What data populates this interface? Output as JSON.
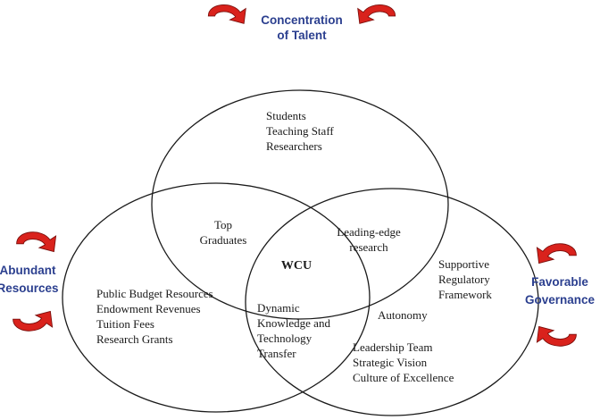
{
  "labels": {
    "top_left": "Concentration",
    "top_right": "of Talent",
    "left_1": "Abundant",
    "left_2": "Resources",
    "right_1": "Favorable",
    "right_2": "Governance"
  },
  "top_circle": {
    "lines": [
      "Students",
      "Teaching Staff",
      "Researchers"
    ]
  },
  "left_circle": {
    "lines": [
      "Public Budget Resources",
      "Endowment Revenues",
      "Tuition Fees",
      "Research Grants"
    ]
  },
  "right_circle": {
    "regulatory": [
      "Supportive",
      "Regulatory",
      "Framework"
    ],
    "autonomy": "Autonomy",
    "leadership": [
      "Leadership Team",
      "Strategic Vision",
      "Culture of Excellence"
    ]
  },
  "overlaps": {
    "top_left": [
      "Top",
      "Graduates"
    ],
    "top_right": [
      "Leading-edge",
      "research"
    ],
    "left_right": [
      "Dynamic",
      "Knowledge and",
      "Technology",
      "Transfer"
    ],
    "center": "WCU"
  },
  "colors": {
    "label_blue": "#2b3f8f",
    "arrow_red": "#d9221c",
    "outline": "#1a1a1a"
  },
  "icons": [
    "curved-arrow-icon"
  ]
}
